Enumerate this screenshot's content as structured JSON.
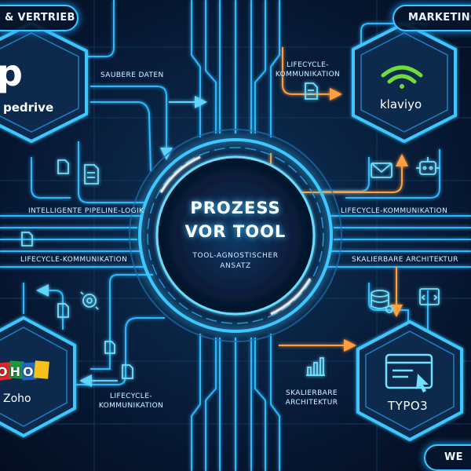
{
  "corners": {
    "top_left": "& VERTRIEB",
    "top_right": "MARKETING",
    "bottom_right": "WE"
  },
  "nodes": {
    "pipedrive": {
      "logo": "p",
      "name": "pedrive"
    },
    "klaviyo": {
      "name": "klaviyo"
    },
    "zoho": {
      "logo": "OHO",
      "name": "Zoho"
    },
    "typo3": {
      "name": "TYPO3"
    }
  },
  "center": {
    "title_line1": "PROZESS",
    "title_line2": "VOR TOOL",
    "subtitle_line1": "TOOL-AGNOSTISCHER",
    "subtitle_line2": "ANSATZ"
  },
  "labels": {
    "saubere_daten": "SAUBERE DATEN",
    "lifecycle_top_l1": "LIFECYCLE-",
    "lifecycle_top_l2": "KOMMUNIKATION",
    "pipeline": "INTELLIGENTE PIPELINE-LOGIK",
    "lifecycle_right": "LIFECYCLE-KOMMUNIKATION",
    "lifecycle_left": "LIFECYCLE-KOMMUNIKATION",
    "skalierbare_right": "SKALIERBARE ARCHITEKTUR",
    "lifecycle_bottom_l1": "LIFECYCLE-",
    "lifecycle_bottom_l2": "KOMMUNIKATION",
    "skalierbare_bottom_l1": "SKALIERBARE",
    "skalierbare_bottom_l2": "ARCHITEKTUR"
  },
  "colors": {
    "wire": "#2bb8ff",
    "accent_orange": "#ffa040",
    "hex_fill": "#0b2a4d",
    "klaviyo_green": "#6fdc3a",
    "pipedrive_white": "#ffffff"
  },
  "icons": [
    "document-icon",
    "mail-icon",
    "robot-icon",
    "database-gear-icon",
    "code-window-icon",
    "gear-sync-icon",
    "bar-chart-icon",
    "browser-cursor-icon"
  ]
}
